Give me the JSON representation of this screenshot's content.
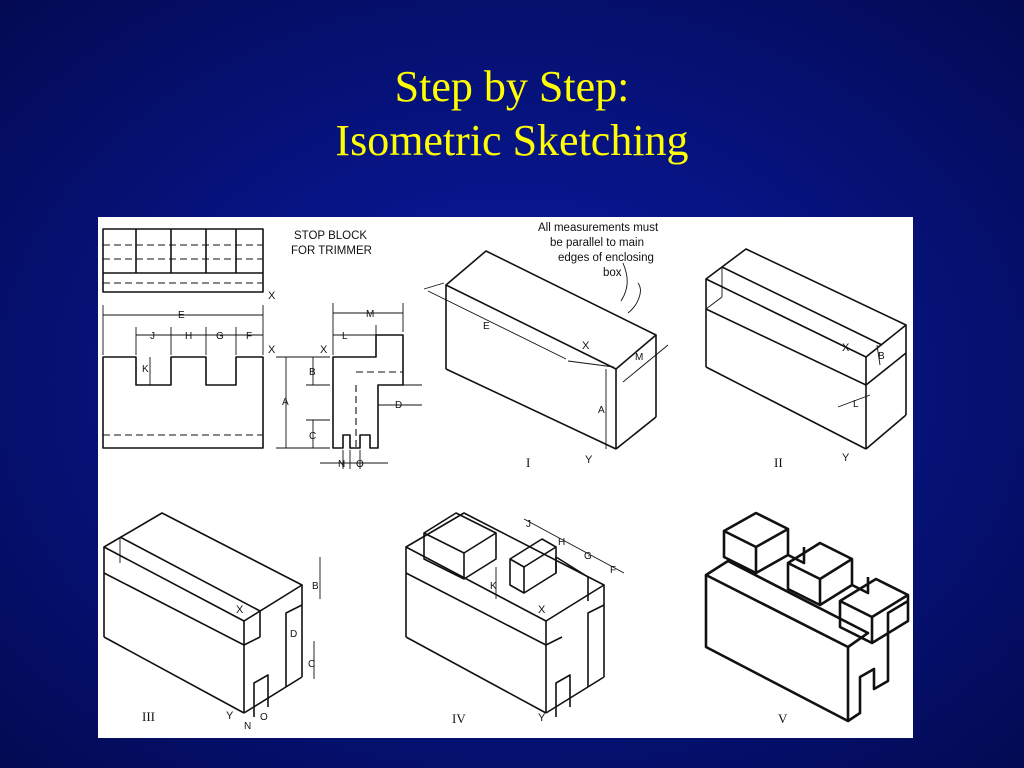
{
  "slide": {
    "title_line1": "Step by Step:",
    "title_line2": "Isometric Sketching",
    "title_color": "#ffff00",
    "background_color": "#0a1aa8"
  },
  "figure": {
    "caption_line1": "STOP BLOCK",
    "caption_line2": "FOR TRIMMER",
    "note_lines": [
      "All measurements must",
      "be parallel to main",
      "edges of enclosing",
      "box"
    ],
    "step_labels": [
      "I",
      "II",
      "III",
      "IV",
      "V"
    ],
    "dim_letters": {
      "A": "A",
      "B": "B",
      "C": "C",
      "D": "D",
      "E": "E",
      "F": "F",
      "G": "G",
      "H": "H",
      "J": "J",
      "K": "K",
      "L": "L",
      "M": "M",
      "N": "N",
      "O": "O",
      "X": "X",
      "Y": "Y"
    }
  }
}
